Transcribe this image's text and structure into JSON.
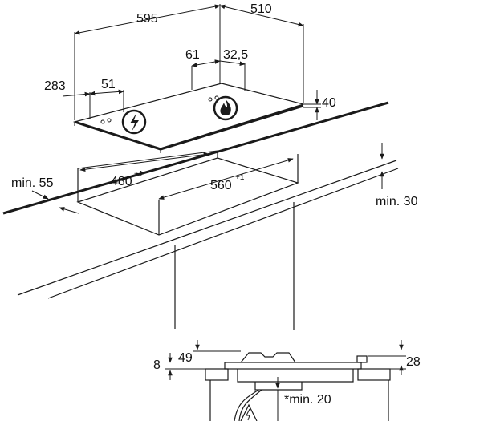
{
  "diagram": {
    "hob": {
      "width": "595",
      "depth": "510",
      "connection_offset_left": "283",
      "connection_offset_left_2": "51",
      "gas_offset_1": "61",
      "gas_offset_2": "32,5",
      "height": "40"
    },
    "cutout": {
      "width": "480",
      "width_tolerance": "+1",
      "length": "560",
      "length_tolerance": "+1",
      "min_front": "min. 55",
      "min_back": "min. 30"
    },
    "section": {
      "left_height": "8",
      "burner_height": "49",
      "right_height": "28",
      "min_clearance": "*min. 20"
    },
    "icons": [
      "electric-warning-icon",
      "gas-flame-icon"
    ]
  }
}
